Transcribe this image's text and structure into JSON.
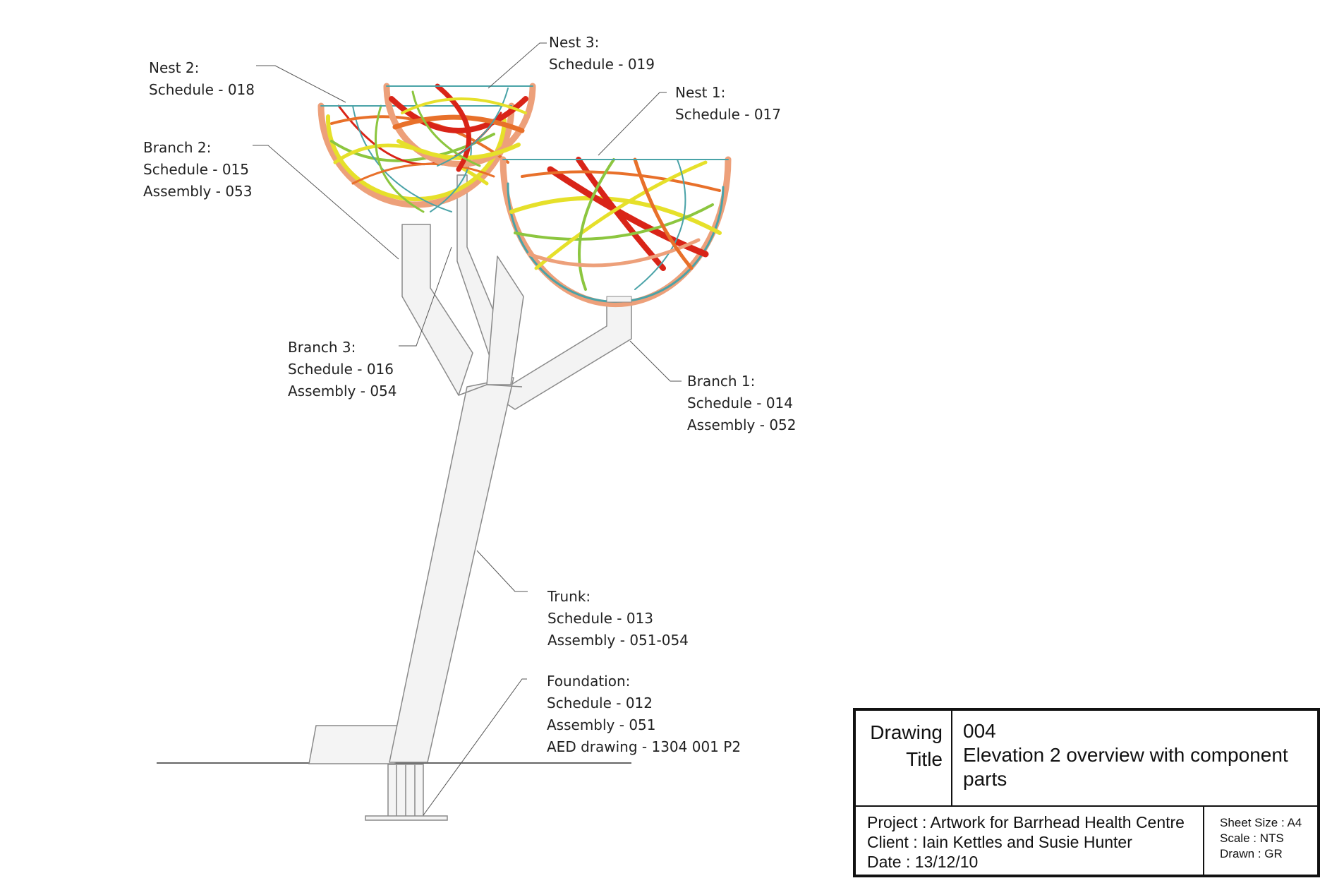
{
  "labels": {
    "nest2": [
      "Nest 2:",
      "Schedule - 018"
    ],
    "nest3": [
      "Nest 3:",
      "Schedule - 019"
    ],
    "nest1": [
      "Nest 1:",
      "Schedule - 017"
    ],
    "branch2": [
      "Branch 2:",
      "Schedule - 015",
      "Assembly - 053"
    ],
    "branch3": [
      "Branch 3:",
      "Schedule - 016",
      "Assembly - 054"
    ],
    "branch1": [
      "Branch 1:",
      "Schedule - 014",
      "Assembly - 052"
    ],
    "trunk": [
      "Trunk:",
      "Schedule - 013",
      "Assembly - 051-054"
    ],
    "foundation": [
      "Foundation:",
      "Schedule - 012",
      "Assembly - 051",
      "AED drawing - 1304 001 P2"
    ]
  },
  "title_block": {
    "drawing_label": "Drawing",
    "title_label": "Title",
    "drawing_number": "004",
    "drawing_title": "Elevation 2 overview with component parts",
    "project": "Project : Artwork for Barrhead Health Centre",
    "client": "Client : Iain Kettles and Susie Hunter",
    "date": "Date : 13/12/10",
    "sheet_size": "Sheet Size : A4",
    "scale": "Scale : NTS",
    "drawn": "Drawn : GR"
  },
  "colors": {
    "line": "#555555",
    "structure_fill": "#f2f2f2",
    "structure_stroke": "#8a8a8a",
    "nest_red": "#d92418",
    "nest_orange": "#e8702a",
    "nest_yellow": "#e6e02a",
    "nest_green": "#8cc63f",
    "nest_teal": "#4aa3a8",
    "nest_salmon": "#eda07a"
  }
}
